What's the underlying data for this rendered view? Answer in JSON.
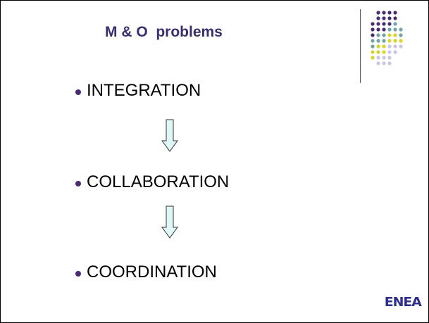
{
  "slide": {
    "title": "M & O  problems",
    "bullets": [
      "INTEGRATION",
      "COLLABORATION",
      "COORDINATION"
    ],
    "logo_text": "ENEA"
  },
  "icons": {
    "bullet": "bullet-dot-icon",
    "arrow": "down-arrow-icon",
    "decoration": "dot-grid-decoration-icon"
  },
  "colors": {
    "title": "#3b2e6e",
    "bullet_dot": "#4a2a72",
    "arrow_fill": "#dff7f7",
    "dot_purple": "#4a2a72",
    "dot_teal": "#6fa3a8",
    "dot_yellow": "#d6d62a",
    "dot_lavender": "#c9c6e6",
    "logo": "#2e2e8c"
  }
}
